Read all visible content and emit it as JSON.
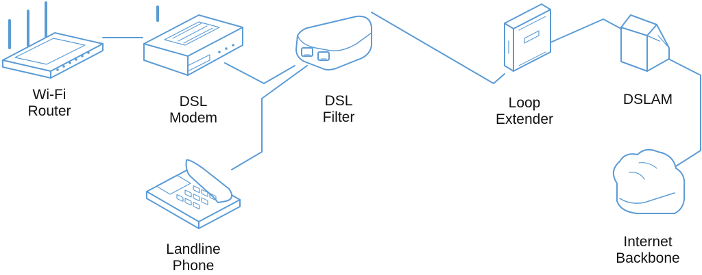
{
  "colors": {
    "line": "#5b9bd5",
    "fill": "#ffffff",
    "text": "#111111"
  },
  "devices": [
    {
      "id": "router",
      "icon": "wifi-router-icon",
      "lines": [
        "Wi-Fi",
        "Router"
      ]
    },
    {
      "id": "modem",
      "icon": "dsl-modem-icon",
      "lines": [
        "DSL",
        "Modem"
      ]
    },
    {
      "id": "filter",
      "icon": "dsl-filter-icon",
      "lines": [
        "DSL",
        "Filter"
      ]
    },
    {
      "id": "extender",
      "icon": "loop-extender-icon",
      "lines": [
        "Loop",
        "Extender"
      ]
    },
    {
      "id": "dslam",
      "icon": "dslam-icon",
      "lines": [
        "DSLAM"
      ]
    },
    {
      "id": "phone",
      "icon": "landline-phone-icon",
      "lines": [
        "Landline",
        "Phone"
      ]
    },
    {
      "id": "cloud",
      "icon": "internet-cloud-icon",
      "lines": [
        "Internet",
        "Backbone"
      ]
    }
  ]
}
